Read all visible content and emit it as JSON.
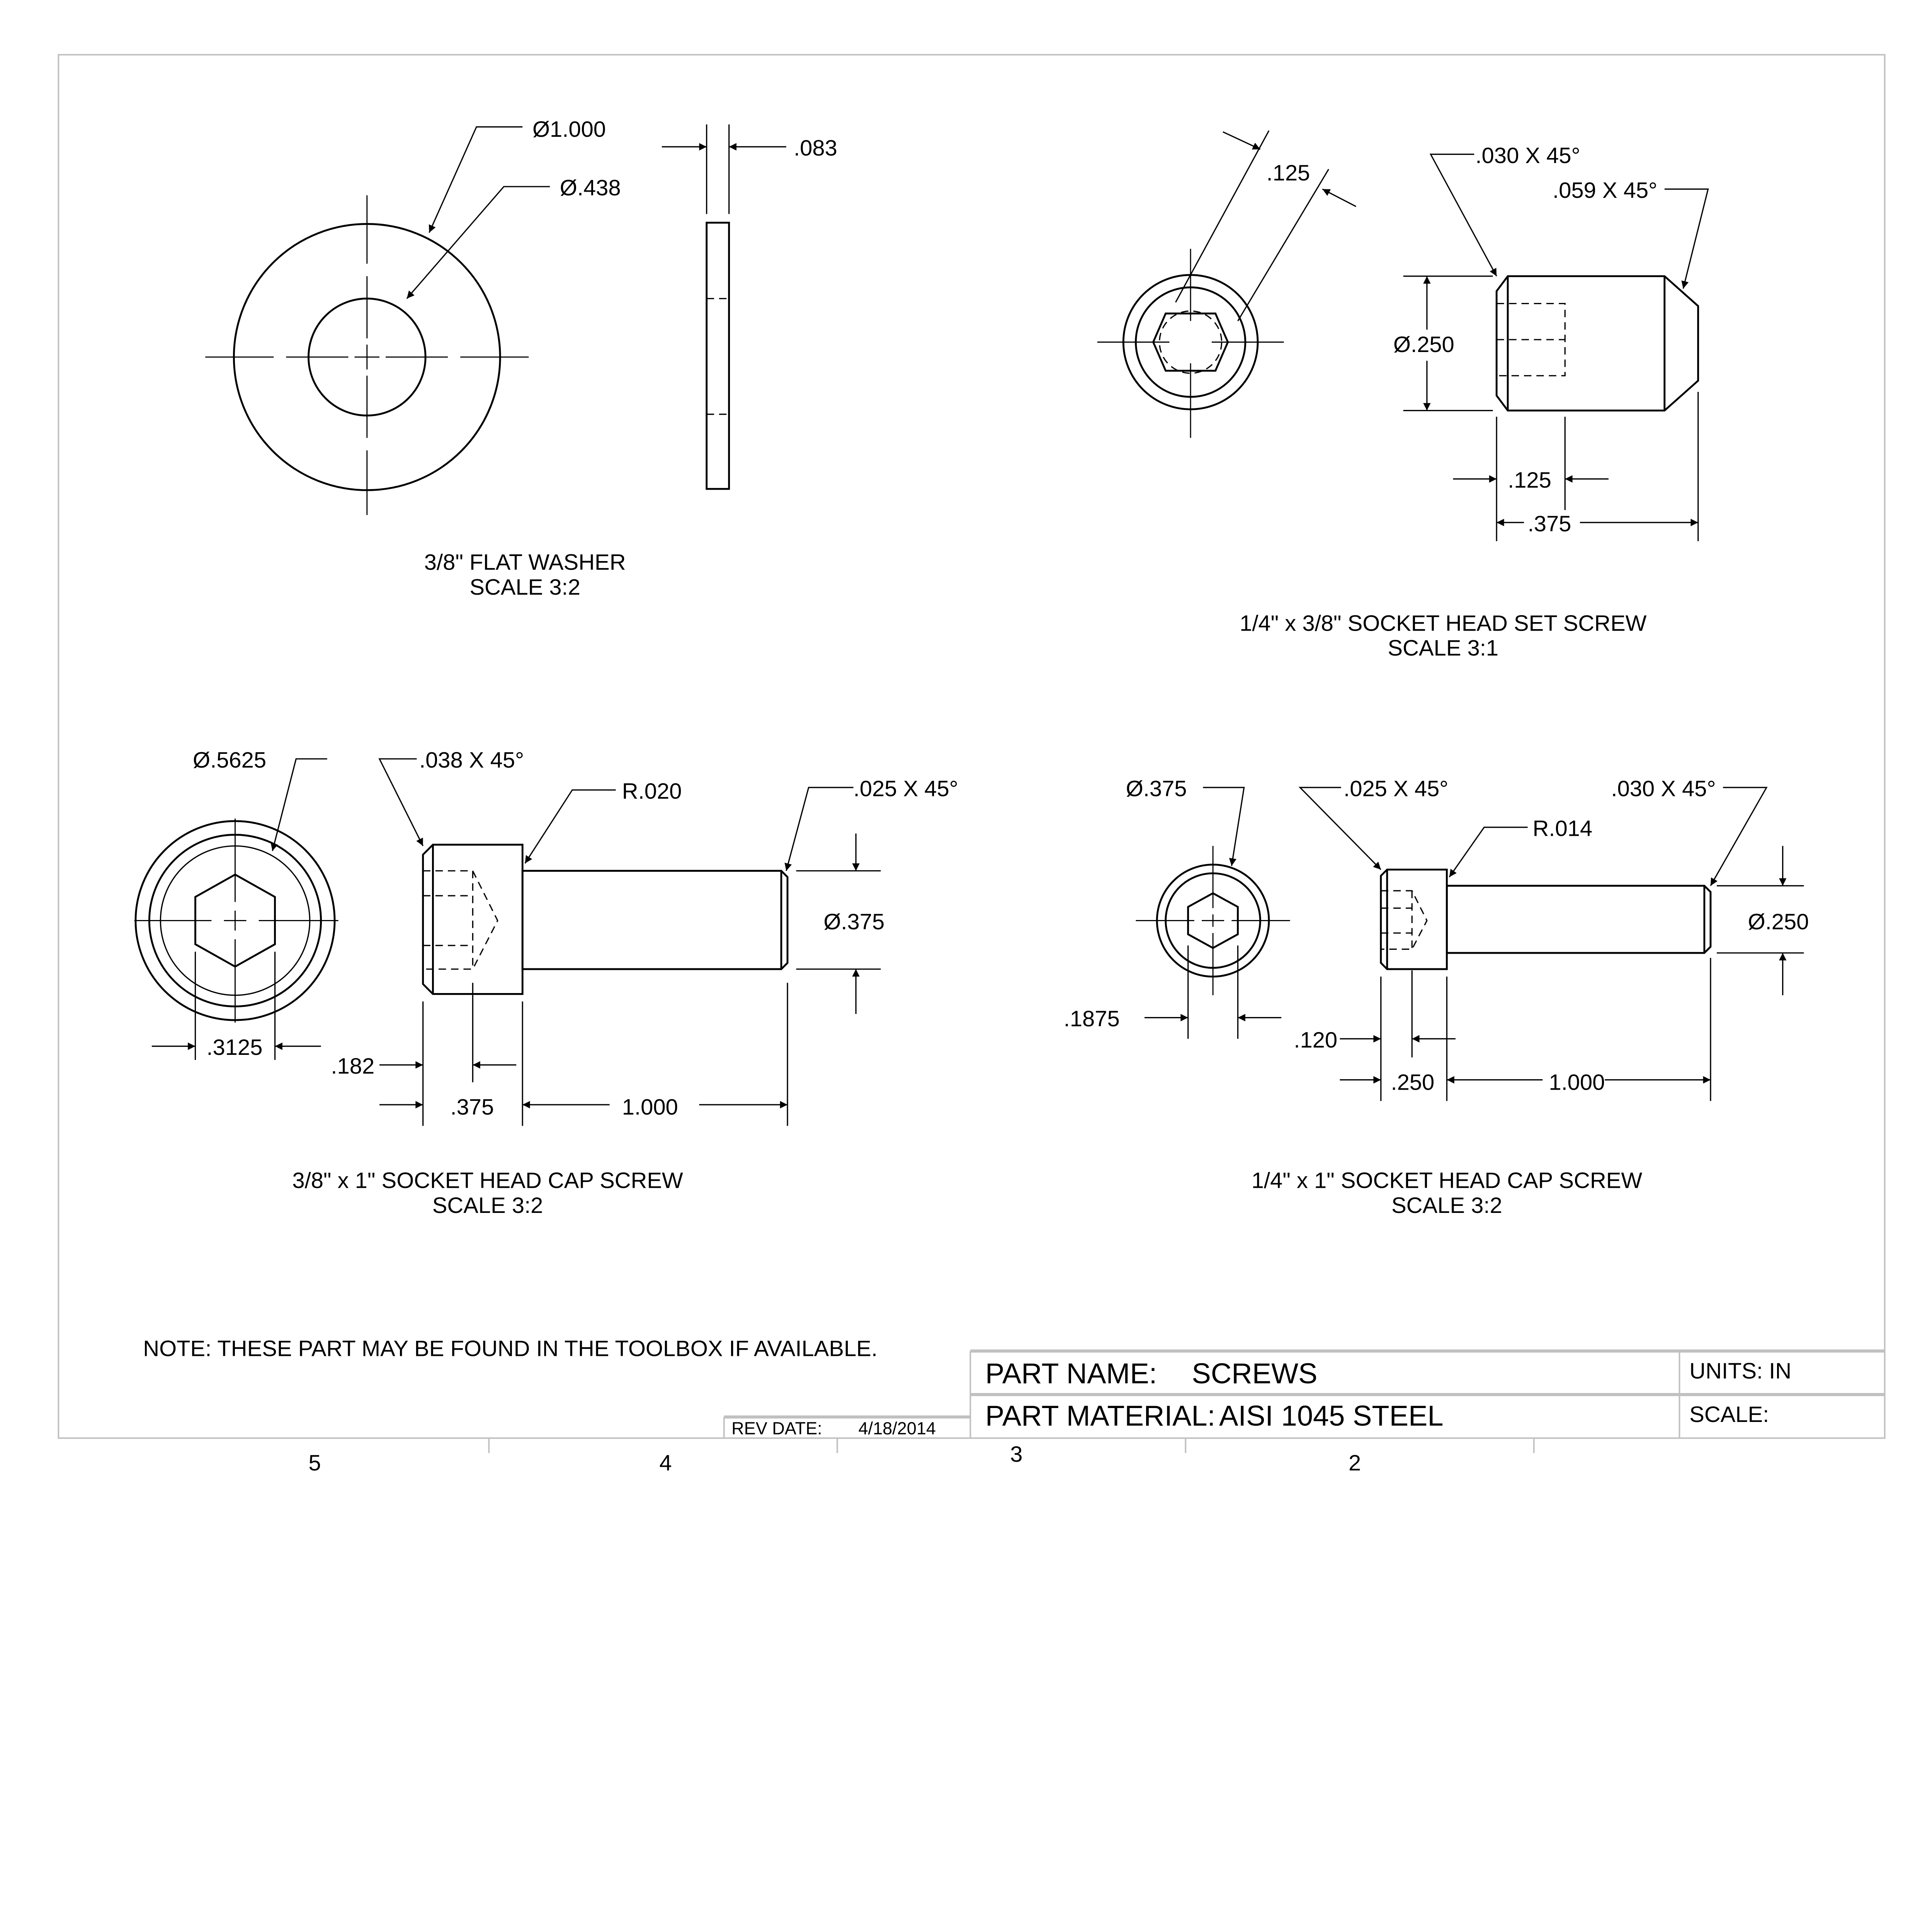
{
  "sheet": {
    "zones": [
      "5",
      "4",
      "3",
      "2"
    ],
    "note": "NOTE: THESE PART MAY BE FOUND IN THE TOOLBOX IF AVAILABLE."
  },
  "title_block": {
    "part_name_label": "PART NAME:",
    "part_name": "SCREWS",
    "part_material_label": "PART MATERIAL:",
    "part_material": "AISI 1045 STEEL",
    "units": "UNITS: IN",
    "scale": "SCALE:",
    "rev_date_label": "REV DATE:",
    "rev_date": "4/18/2014"
  },
  "views": {
    "washer": {
      "title": "3/8\" FLAT WASHER",
      "scale": "SCALE 3:2",
      "dims": {
        "outer_dia": "Ø1.000",
        "inner_dia": "Ø.438",
        "thickness": ".083"
      }
    },
    "set_screw": {
      "title": "1/4\" x 3/8\" SOCKET HEAD SET SCREW",
      "scale": "SCALE 3:1",
      "dims": {
        "hex": ".125",
        "chamfer_left": ".030 X 45°",
        "chamfer_right": ".059 X 45°",
        "dia": "Ø.250",
        "socket_depth": ".125",
        "length": ".375"
      }
    },
    "cap_screw_38": {
      "title": "3/8\" x 1\" SOCKET HEAD CAP SCREW",
      "scale": "SCALE 3:2",
      "dims": {
        "head_dia": "Ø.5625",
        "head_chamfer": ".038 X 45°",
        "fillet": "R.020",
        "end_chamfer": ".025 X 45°",
        "dia": "Ø.375",
        "hex": ".3125",
        "socket_depth": ".182",
        "head_height": ".375",
        "length": "1.000"
      }
    },
    "cap_screw_14": {
      "title": "1/4\" x 1\" SOCKET HEAD CAP SCREW",
      "scale": "SCALE 3:2",
      "dims": {
        "head_dia": "Ø.375",
        "head_chamfer": ".025 X 45°",
        "fillet": "R.014",
        "end_chamfer": ".030 X 45°",
        "dia": "Ø.250",
        "hex": ".1875",
        "socket_depth": ".120",
        "head_height": ".250",
        "length": "1.000"
      }
    }
  }
}
